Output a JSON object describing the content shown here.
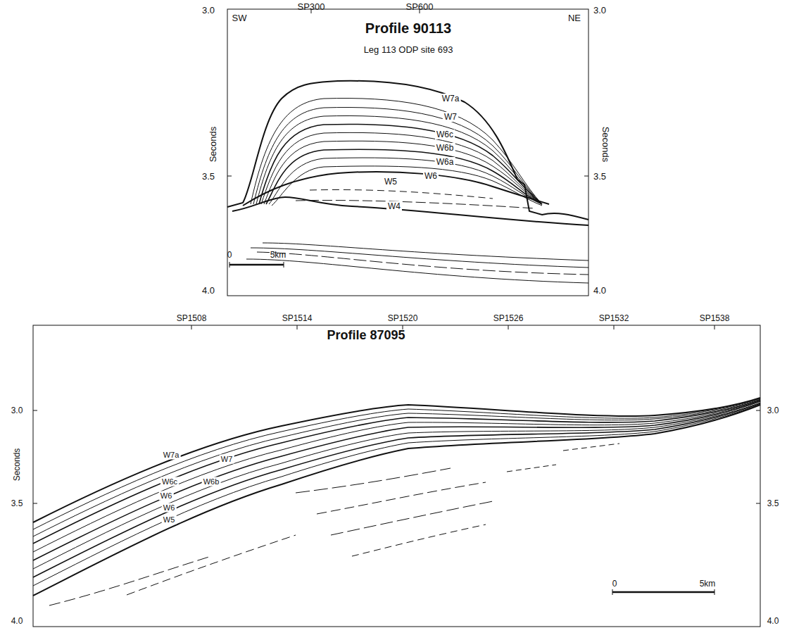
{
  "diagram": {
    "labels": [
      "3.0",
      "SW",
      "SP300",
      "SP600",
      "Profile 90113",
      "NE",
      "3.0",
      "Leg 113 ODP site 693",
      "W7a",
      "W7",
      "W6c",
      "W6b",
      "W6a",
      "W6",
      "Seconds",
      "3.5",
      "3.5",
      "Seconds",
      "W5",
      "W4",
      "0",
      "5km",
      "4.0",
      "4.0",
      "SP1508",
      "SP1514",
      "SP1520",
      "SP1526",
      "SP1532",
      "SP1538",
      "Profile 87095",
      "3.0",
      "3.0",
      "Seconds",
      "W7a",
      "W7",
      "W6c",
      "W6b",
      "3.5",
      "3.5",
      "W6",
      "W6",
      "W5",
      "0",
      "5km",
      "4.0",
      "4.0"
    ]
  }
}
